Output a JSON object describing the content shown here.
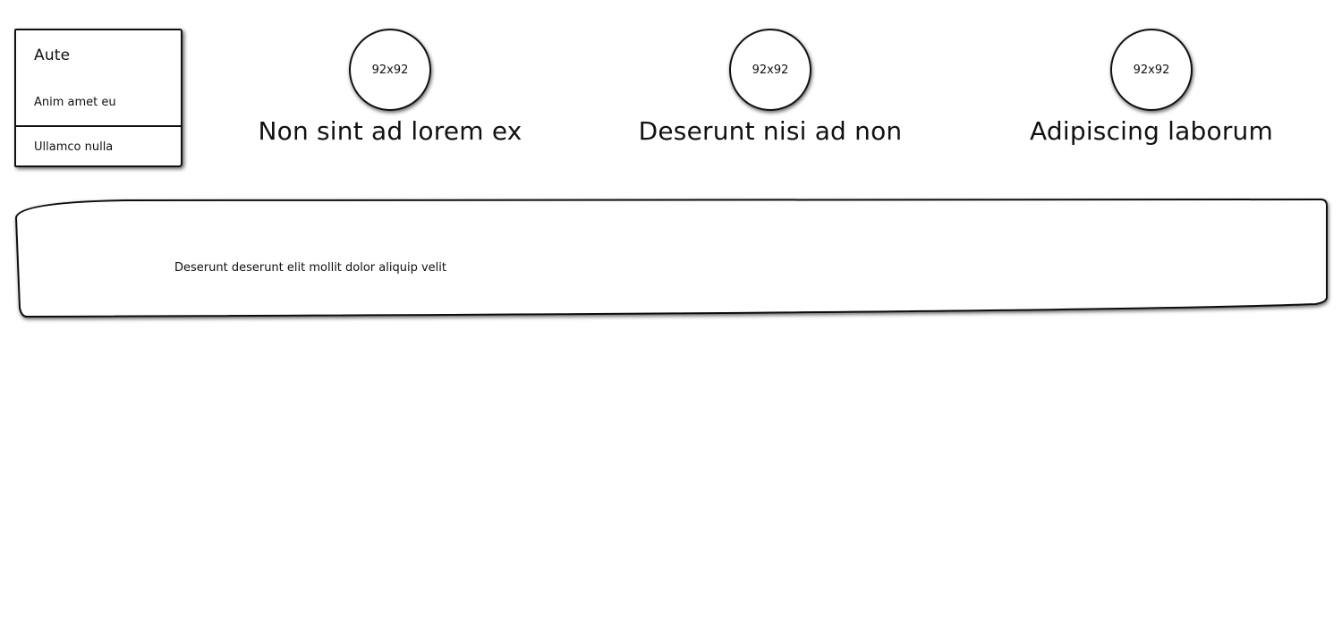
{
  "card": {
    "title": "Aute",
    "subtitle": "Anim amet eu",
    "footer": "Ullamco nulla"
  },
  "features": [
    {
      "avatar_label": "92x92",
      "title": "Non sint ad lorem ex"
    },
    {
      "avatar_label": "92x92",
      "title": "Deserunt nisi ad non"
    },
    {
      "avatar_label": "92x92",
      "title": "Adipiscing laborum"
    }
  ],
  "panel": {
    "text": "Deserunt deserunt elit mollit dolor aliquip velit"
  }
}
